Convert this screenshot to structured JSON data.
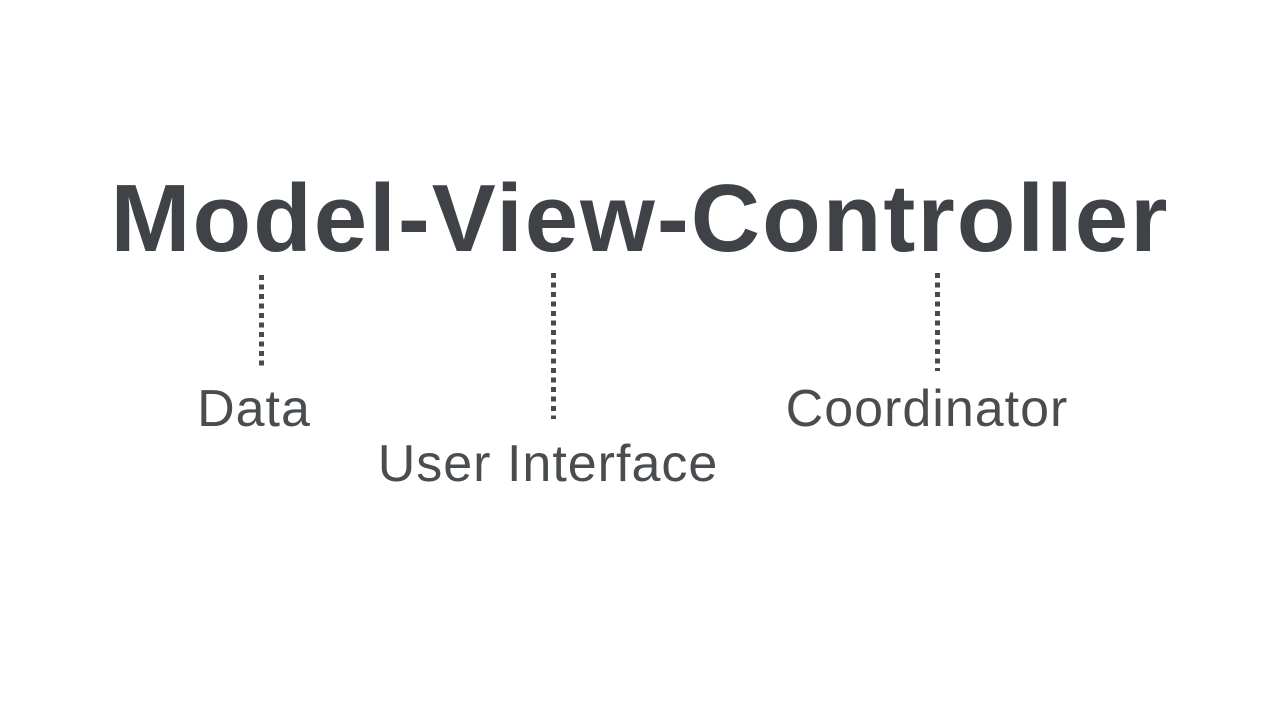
{
  "slide": {
    "title": "Model-View-Controller",
    "annotations": [
      {
        "term": "Model",
        "label": "Data"
      },
      {
        "term": "View",
        "label": "User Interface"
      },
      {
        "term": "Controller",
        "label": "Coordinator"
      }
    ],
    "colors": {
      "background": "#ffffff",
      "title_text": "#3f4347",
      "label_text": "#4a4d50",
      "connector": "#474b4f"
    }
  }
}
